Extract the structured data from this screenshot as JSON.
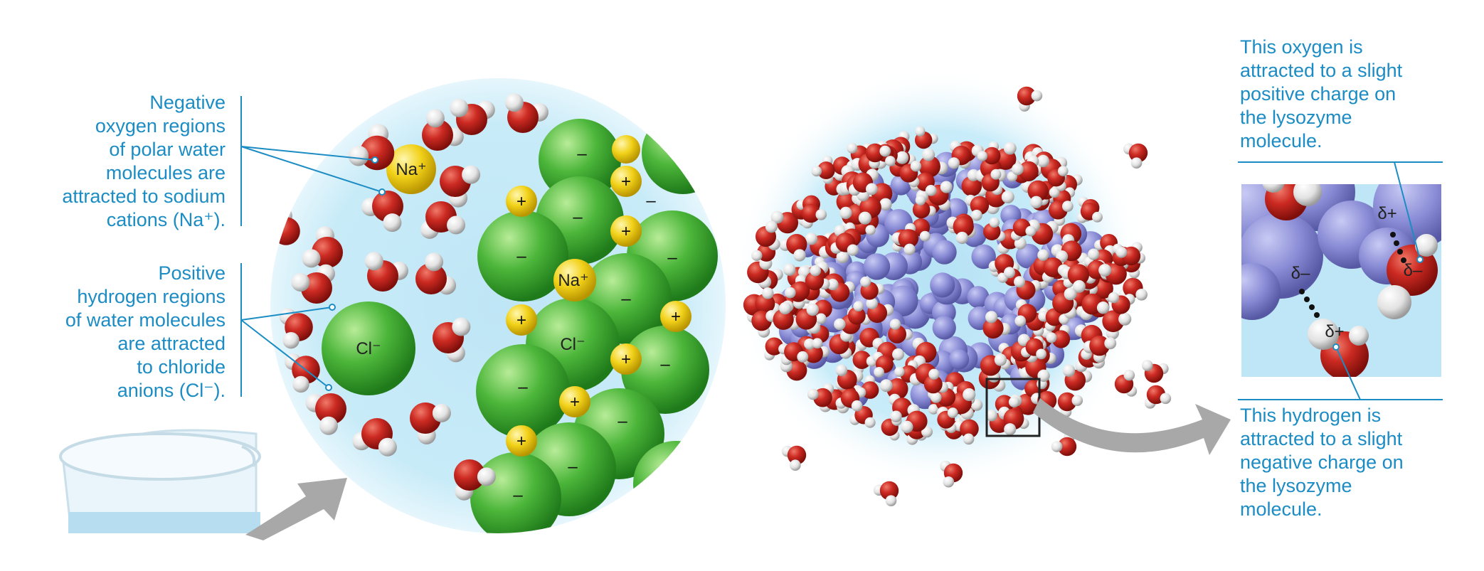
{
  "left_panel": {
    "oxygen_callout": [
      "Negative",
      "oxygen regions",
      "of polar water",
      "molecules are",
      "attracted to sodium",
      "cations (Na⁺)."
    ],
    "hydrogen_callout": [
      "Positive",
      "hydrogen regions",
      "of water molecules",
      "are attracted",
      "to chloride",
      "anions (Cl⁻)."
    ],
    "ion_labels": {
      "sodium": "Na⁺",
      "chloride": "Cl⁻",
      "plus": "+",
      "minus": "–"
    }
  },
  "right_panel": {
    "oxygen_callout": [
      "This oxygen is",
      "attracted to a slight",
      "positive charge on",
      "the lysozyme",
      "molecule."
    ],
    "hydrogen_callout": [
      "This hydrogen is",
      "attracted to a slight",
      "negative charge on",
      "the lysozyme",
      "molecule."
    ],
    "charge_labels": {
      "delta_plus": "δ+",
      "delta_minus": "δ–"
    }
  },
  "colors": {
    "label_text": "#1b8cc4",
    "water_background": "#bfe6f6",
    "oxygen": "#c8201c",
    "hydrogen": "#e8e8e8",
    "sodium": "#f1d21c",
    "chloride": "#4fb842",
    "lysozyme": "#8c8ed6",
    "arrow": "#a8a8a8"
  }
}
